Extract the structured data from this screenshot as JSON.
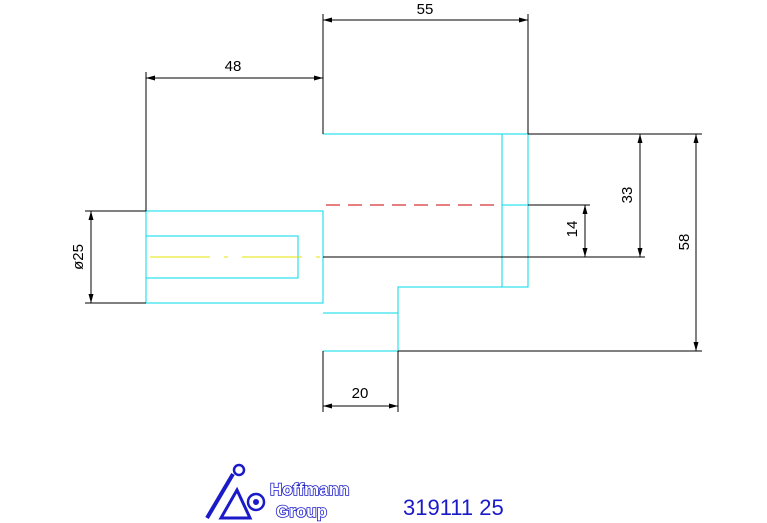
{
  "colors": {
    "outline": "#00d8e8",
    "dimension": "#000000",
    "hidden_line": "#cc0000",
    "center_line": "#e6e600",
    "logo": "#1a1ac8"
  },
  "dimensions": {
    "top_width": "55",
    "shank_length": "48",
    "shank_diameter": "ø25",
    "step_height": "33",
    "center_offset": "14",
    "total_height": "58",
    "bottom_width": "20"
  },
  "logo": {
    "icon": "hoffmann-logo-icon",
    "line1": "Hoffmann",
    "line2": "Group"
  },
  "part_number": "319111 25"
}
